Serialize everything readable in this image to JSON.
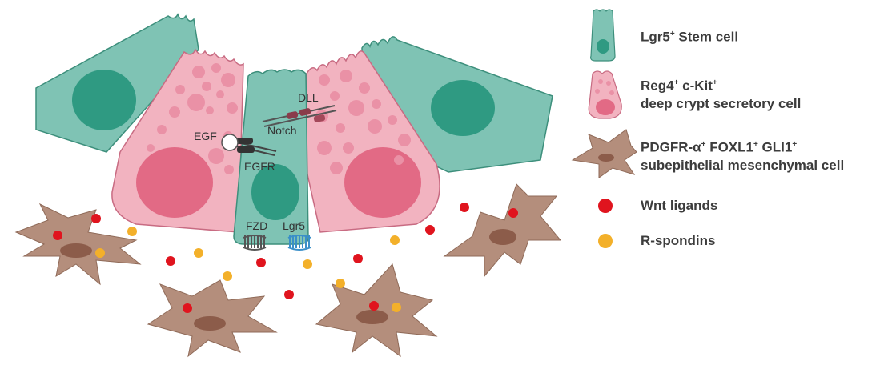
{
  "labels": {
    "egf": "EGF",
    "egfr": "EGFR",
    "notch": "Notch",
    "dll": "DLL",
    "fzd": "FZD",
    "lgr5": "Lgr5"
  },
  "legend": {
    "stem_cell": {
      "name": "Lgr5",
      "sup": "+",
      "text": " Stem cell"
    },
    "secretory_cell": {
      "line1_a": "Reg4",
      "line1_a_sup": "+",
      "line1_b": " c-Kit",
      "line1_b_sup": "+",
      "line2": "deep crypt secretory cell"
    },
    "mesenchymal_cell": {
      "line1_a": "PDGFR-α",
      "line1_a_sup": "+",
      "line1_b": " FOXL1",
      "line1_b_sup": "+",
      "line1_c": " GLI1",
      "line1_c_sup": "+",
      "line2": "subepithelial mesenchymal cell"
    },
    "wnt": "Wnt ligands",
    "rspondin": "R-spondins"
  },
  "colors": {
    "stem_fill": "#7fc3b4",
    "stem_nucleus": "#2f9a82",
    "secretory_fill": "#f2b3c0",
    "secretory_granule": "#ea91a6",
    "secretory_nucleus": "#e26a85",
    "mesenchymal_fill": "#b48e7c",
    "mesenchymal_nucleus": "#8c5c4a",
    "wnt": "#e0141e",
    "rspondin": "#f3b02a",
    "egf_ligand": "#ffffff",
    "dll_receptor": "#8a3b4a",
    "fzd_receptor": "#555555",
    "lgr5_receptor": "#3a8fc8"
  }
}
